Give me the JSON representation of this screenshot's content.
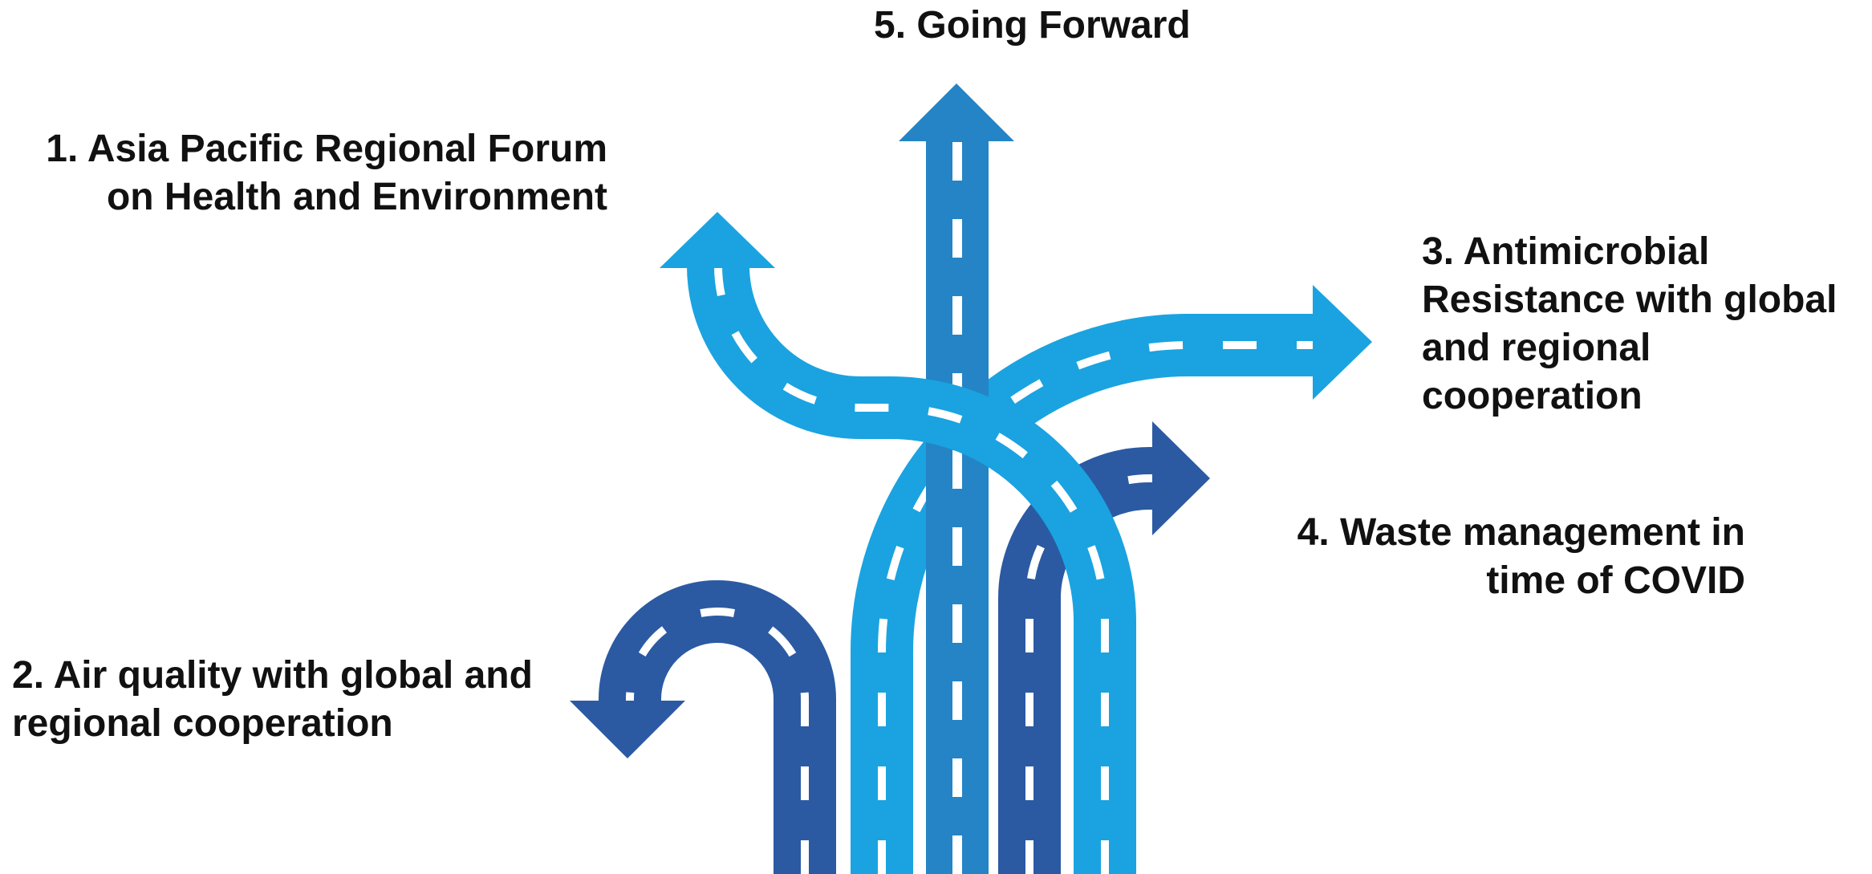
{
  "colors": {
    "light_road": "#1aa3e0",
    "mid_road": "#2484c6",
    "dark_road": "#2b5aa3",
    "lane_dash": "#ffffff",
    "label_text": "#111111",
    "background": "#ffffff"
  },
  "topics": [
    {
      "number": 1,
      "lines": [
        "1. Asia Pacific Regional Forum",
        "on Health and Environment"
      ],
      "arrow_color": "light",
      "arrow_direction": "up"
    },
    {
      "number": 2,
      "lines": [
        "2. Air quality with global and",
        "regional cooperation"
      ],
      "arrow_color": "dark",
      "arrow_direction": "down"
    },
    {
      "number": 3,
      "lines": [
        "3. Antimicrobial",
        "Resistance with global",
        "and regional",
        "cooperation"
      ],
      "arrow_color": "light",
      "arrow_direction": "right"
    },
    {
      "number": 4,
      "lines": [
        "4. Waste management in",
        "time of COVID"
      ],
      "arrow_color": "dark",
      "arrow_direction": "right"
    },
    {
      "number": 5,
      "lines": [
        "5. Going Forward"
      ],
      "arrow_color": "mid",
      "arrow_direction": "up"
    }
  ]
}
